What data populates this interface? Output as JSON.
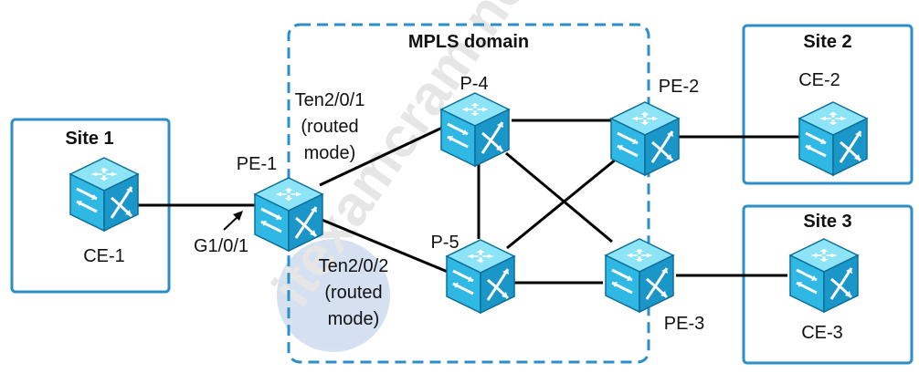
{
  "colors": {
    "box_stroke": "#2b8fc9",
    "device_top": "#8ee4f7",
    "device_left": "#2fb8e3",
    "device_right": "#1a97c8",
    "device_edge": "#0d6e99",
    "link": "#000000"
  },
  "mpls_domain": {
    "title": "MPLS domain"
  },
  "sites": [
    {
      "id": "site1",
      "title": "Site 1"
    },
    {
      "id": "site2",
      "title": "Site 2"
    },
    {
      "id": "site3",
      "title": "Site 3"
    }
  ],
  "devices": [
    {
      "id": "ce1",
      "name": "CE-1",
      "icon": "router-switch-icon"
    },
    {
      "id": "pe1",
      "name": "PE-1",
      "icon": "router-switch-icon"
    },
    {
      "id": "p4",
      "name": "P-4",
      "icon": "router-switch-icon"
    },
    {
      "id": "p5",
      "name": "P-5",
      "icon": "router-switch-icon"
    },
    {
      "id": "pe2",
      "name": "PE-2",
      "icon": "router-switch-icon"
    },
    {
      "id": "pe3",
      "name": "PE-3",
      "icon": "router-switch-icon"
    },
    {
      "id": "ce2",
      "name": "CE-2",
      "icon": "router-switch-icon"
    },
    {
      "id": "ce3",
      "name": "CE-3",
      "icon": "router-switch-icon"
    }
  ],
  "links": [
    {
      "from": "ce1",
      "to": "pe1"
    },
    {
      "from": "pe1",
      "to": "p4"
    },
    {
      "from": "pe1",
      "to": "p5"
    },
    {
      "from": "p4",
      "to": "pe2"
    },
    {
      "from": "p4",
      "to": "p5"
    },
    {
      "from": "p4",
      "to": "pe3"
    },
    {
      "from": "p5",
      "to": "pe2"
    },
    {
      "from": "p5",
      "to": "pe3"
    },
    {
      "from": "pe2",
      "to": "ce2"
    },
    {
      "from": "pe3",
      "to": "ce3"
    }
  ],
  "interfaces": {
    "pe1_g1": "G1/0/1",
    "pe1_ten1": {
      "name": "Ten2/0/1",
      "mode_line1": "(routed",
      "mode_line2": "mode)"
    },
    "pe1_ten2": {
      "name": "Ten2/0/2",
      "mode_line1": "(routed",
      "mode_line2": "mode)"
    }
  },
  "watermark": {
    "text": "itexamcram.net",
    "logo": "hp-logo"
  }
}
